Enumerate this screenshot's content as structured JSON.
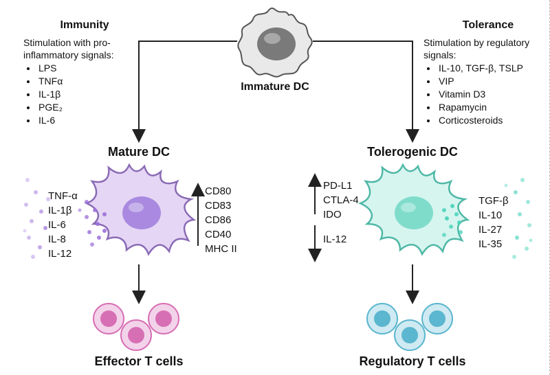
{
  "top": {
    "label": "Immature DC"
  },
  "immunity": {
    "title": "Immunity",
    "subtitle": "Stimulation with pro-inflammatory signals:",
    "signals": [
      "LPS",
      "TNFα",
      "IL-1β",
      "PGE₂",
      "IL-6"
    ]
  },
  "tolerance": {
    "title": "Tolerance",
    "subtitle": "Stimulation by regulatory signals:",
    "signals": [
      "IL-10, TGF-β, TSLP",
      "VIP",
      "Vitamin D3",
      "Rapamycin",
      "Corticosteroids"
    ]
  },
  "mature": {
    "title": "Mature DC",
    "cytokines": [
      "TNF-α",
      "IL-1β",
      "IL-6",
      "IL-8",
      "IL-12"
    ],
    "up_markers": [
      "CD80",
      "CD83",
      "CD86",
      "CD40",
      "MHC II"
    ],
    "cell_color": "#e6d6f5",
    "nucleus_color": "#a98ae0",
    "dot_color": "#9b6fd9"
  },
  "tolerogenic": {
    "title": "Tolerogenic DC",
    "up_markers": [
      "PD-L1",
      "CTLA-4",
      "IDO"
    ],
    "down_markers": [
      "IL-12"
    ],
    "cytokines": [
      "TGF-β",
      "IL-10",
      "IL-27",
      "IL-35"
    ],
    "cell_color": "#d6f5ef",
    "nucleus_color": "#7fdccb",
    "dot_color": "#45d2b8"
  },
  "effector": {
    "title": "Effector T cells",
    "color": "#d76fb4"
  },
  "regulatory": {
    "title": "Regulatory T cells",
    "color": "#5bb6cf"
  }
}
